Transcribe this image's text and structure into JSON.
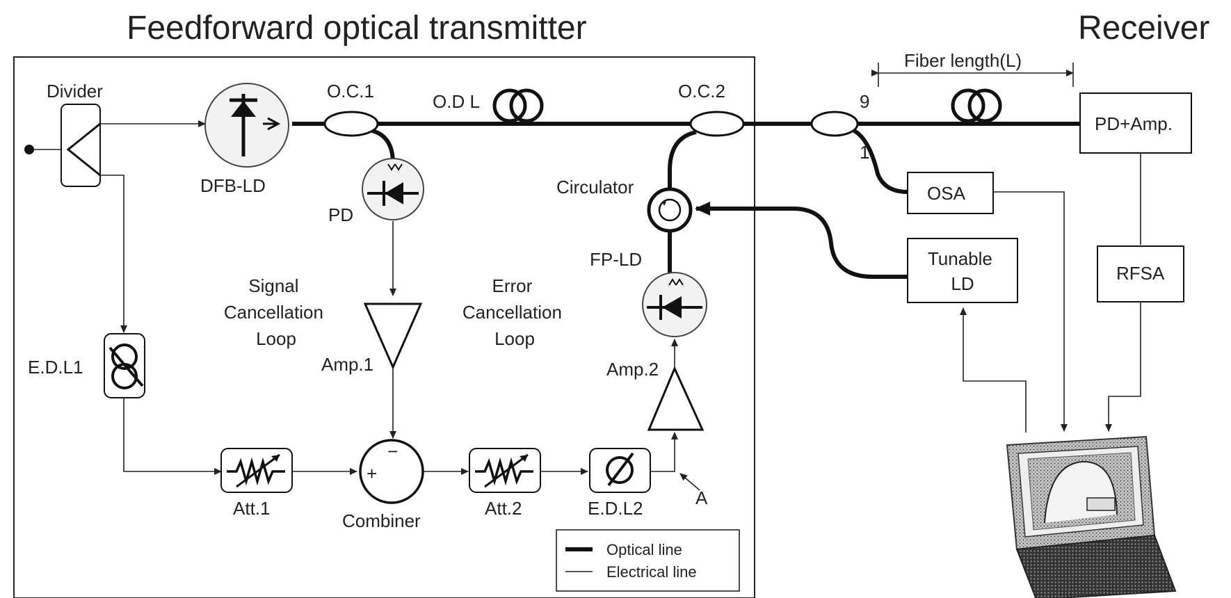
{
  "titles": {
    "transmitter": "Feedforward optical transmitter",
    "receiver": "Receiver"
  },
  "labels": {
    "divider": "Divider",
    "dfb_ld": "DFB-LD",
    "oc1": "O.C.1",
    "odl": "O.D L",
    "oc2": "O.C.2",
    "pd": "PD",
    "circulator": "Circulator",
    "fp_ld": "FP-LD",
    "signal_loop": [
      "Signal",
      "Cancellation",
      "Loop"
    ],
    "error_loop": [
      "Error",
      "Cancellation",
      "Loop"
    ],
    "amp1": "Amp.1",
    "amp2": "Amp.2",
    "edl1": "E.D.L1",
    "edl2": "E.D.L2",
    "att1": "Att.1",
    "att2": "Att.2",
    "combiner": "Combiner",
    "point_a": "A",
    "fiber_length": "Fiber length(L)",
    "port_9": "9",
    "port_1": "1",
    "osa": "OSA",
    "tunable_ld": [
      "Tunable",
      "LD"
    ],
    "pd_amp": "PD+Amp.",
    "rfsa": "RFSA",
    "combiner_plus": "+",
    "combiner_minus": "−"
  },
  "legend": {
    "optical": "Optical line",
    "electrical": "Electrical line"
  }
}
